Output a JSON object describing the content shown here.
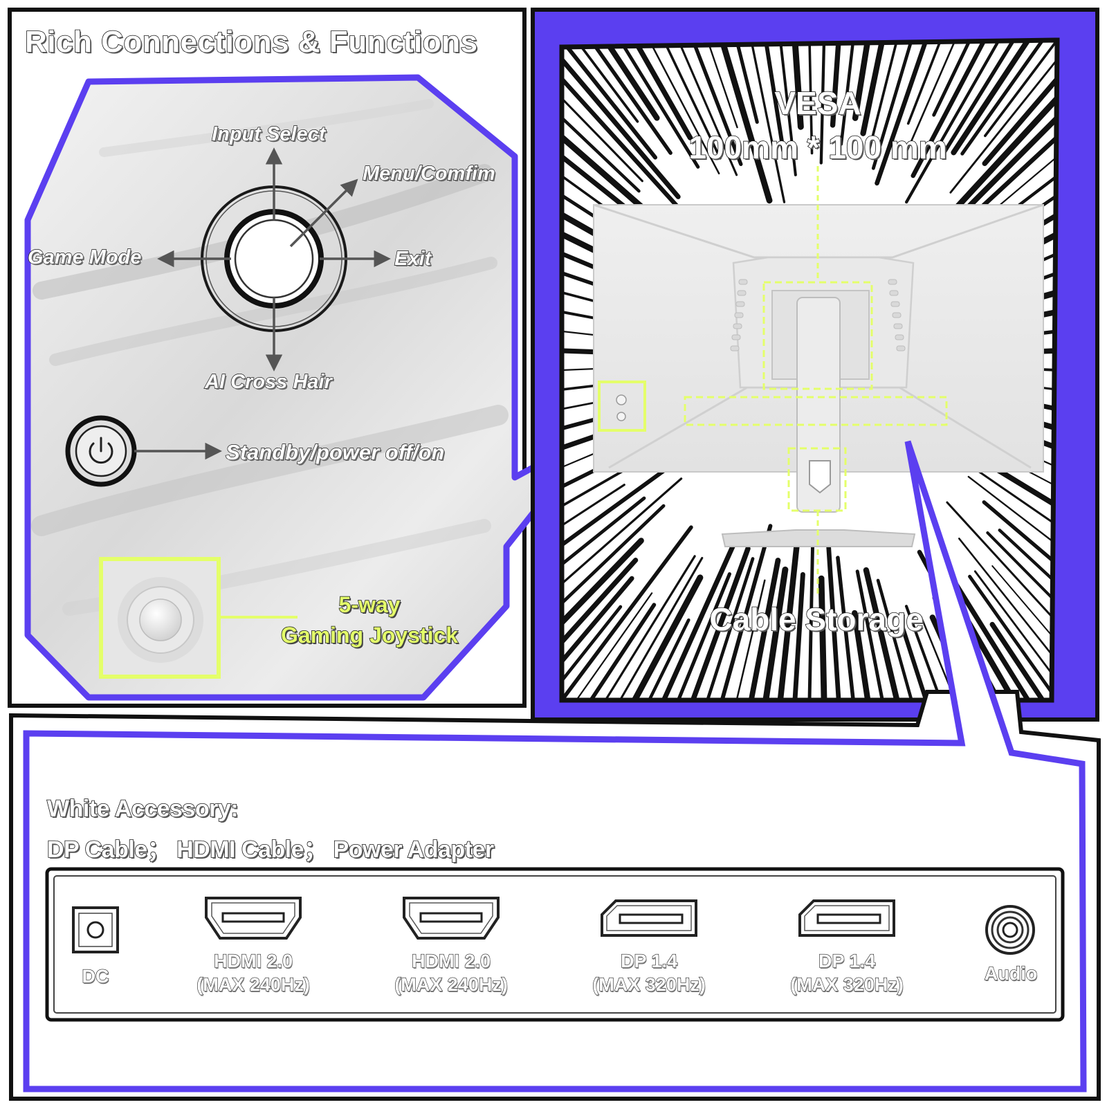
{
  "title": "Rich Connections & Functions",
  "joystick_functions": {
    "up": "Input Select",
    "up_right": "Menu/Comfim",
    "left": "Game Mode",
    "right": "Exit",
    "down": "AI Cross Hair",
    "power": "Standby/power off/on"
  },
  "joystick_callout": {
    "line1": "5-way",
    "line2": "Gaming Joystick"
  },
  "vesa": {
    "line1": "VESA",
    "line2": "100mm * 100 mm"
  },
  "cable_storage": "Cable Storage",
  "accessory": {
    "line1": "White Accessory:",
    "line2": "DP Cable；  HDMI Cable；  Power Adapter"
  },
  "ports": [
    {
      "icon": "dc-port-icon",
      "line1": "DC",
      "line2": ""
    },
    {
      "icon": "hdmi-port-icon",
      "line1": "HDMI 2.0",
      "line2": "(MAX 240Hz)"
    },
    {
      "icon": "hdmi-port-icon",
      "line1": "HDMI 2.0",
      "line2": "(MAX 240Hz)"
    },
    {
      "icon": "displayport-icon",
      "line1": "DP 1.4",
      "line2": "(MAX 320Hz)"
    },
    {
      "icon": "displayport-icon",
      "line1": "DP 1.4",
      "line2": "(MAX 320Hz)"
    },
    {
      "icon": "audio-port-icon",
      "line1": "Audio",
      "line2": ""
    }
  ],
  "colors": {
    "accent_purple": "#5b3ff0",
    "highlight_lime": "#e4ff6a",
    "outline": "#111111"
  }
}
